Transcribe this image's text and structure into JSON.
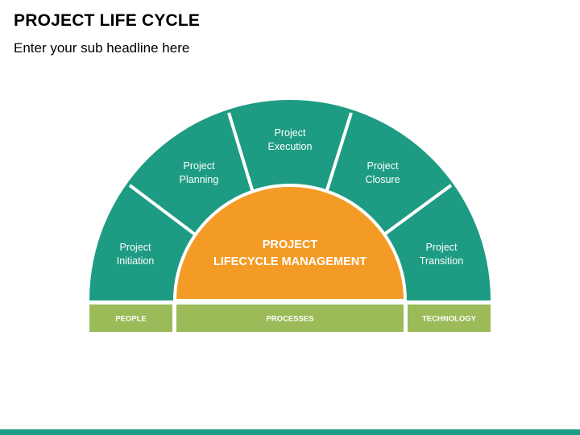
{
  "header": {
    "title": "PROJECT LIFE CYCLE",
    "subtitle": "Enter your sub headline here"
  },
  "diagram": {
    "segments": [
      {
        "line1": "Project",
        "line2": "Initiation"
      },
      {
        "line1": "Project",
        "line2": "Planning"
      },
      {
        "line1": "Project",
        "line2": "Execution"
      },
      {
        "line1": "Project",
        "line2": "Closure"
      },
      {
        "line1": "Project",
        "line2": "Transition"
      }
    ],
    "center": {
      "line1": "PROJECT",
      "line2": "LIFECYCLE MANAGEMENT"
    },
    "bars": [
      {
        "label": "PEOPLE"
      },
      {
        "label": "PROCESSES"
      },
      {
        "label": "TECHNOLOGY"
      }
    ]
  },
  "colors": {
    "teal": "#1e9c83",
    "orange": "#f39b25",
    "green": "#9bbb59",
    "footer": "#1e9c83"
  }
}
